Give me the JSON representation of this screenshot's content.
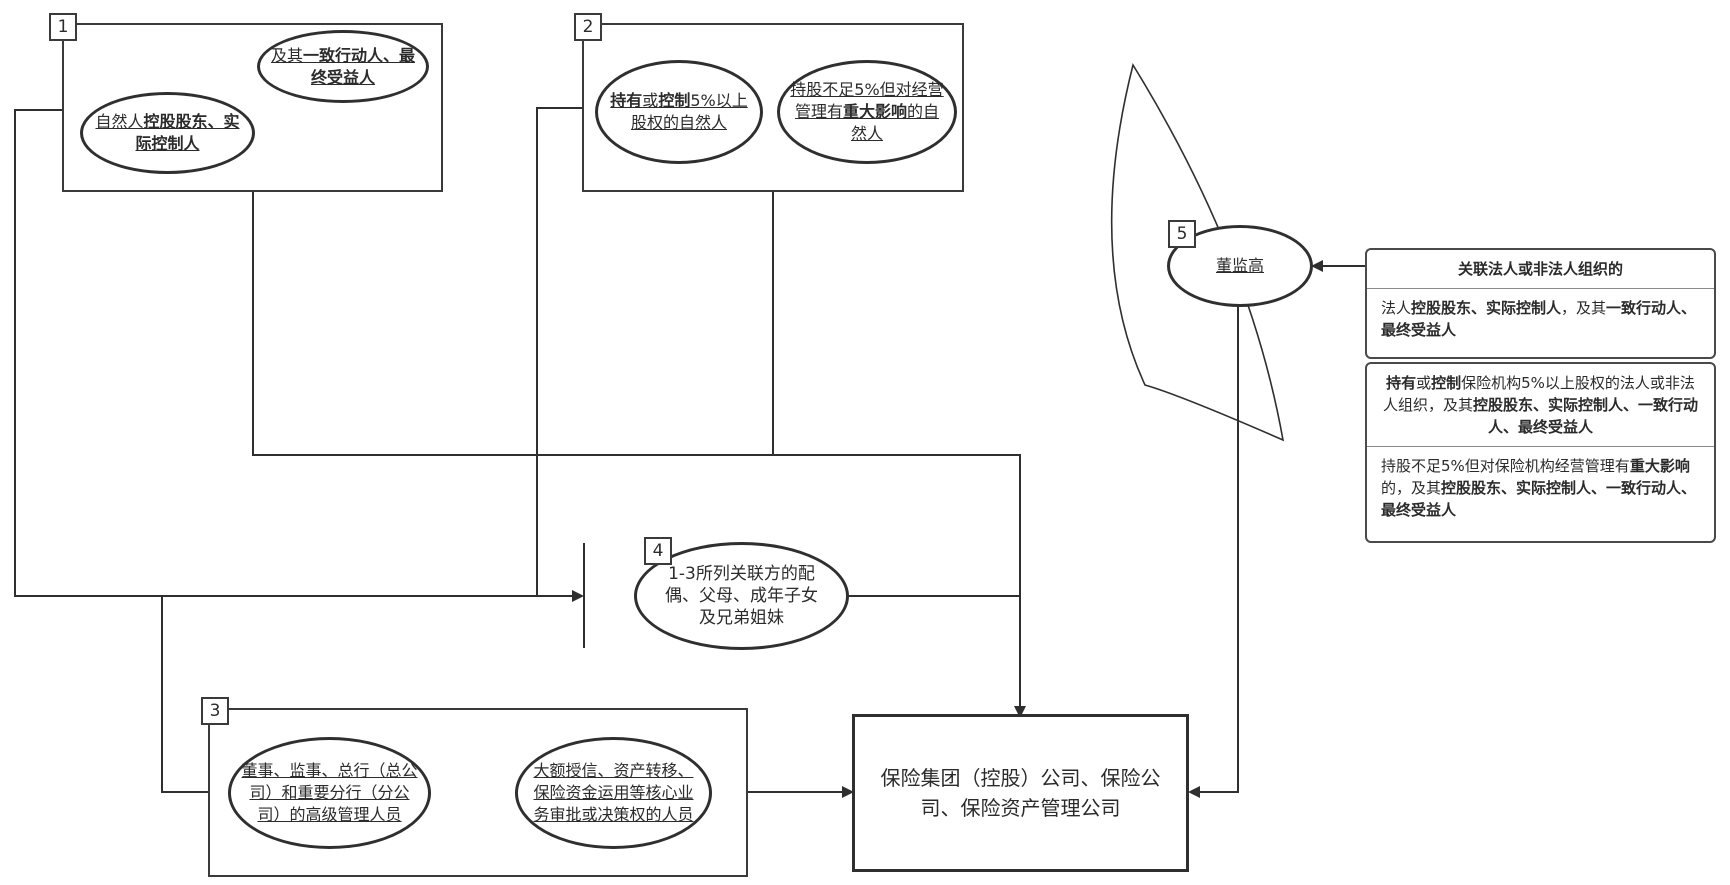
{
  "box1": {
    "number": "1",
    "oval_a": {
      "t1": "自然人",
      "t2": "控股股东、实际控制人"
    },
    "oval_b": {
      "t1": "及其",
      "t2": "一致行动人、最终受益人"
    }
  },
  "box2": {
    "number": "2",
    "oval_a": {
      "t1": "持有",
      "t2": "或",
      "t3": "控制",
      "t4": "5%以上股权的自然人"
    },
    "oval_b": {
      "t1": "持股不足5%但对经营管理有",
      "t2": "重大影响",
      "t3": "的自然人"
    }
  },
  "node4": {
    "number": "4",
    "label": "1-3所列关联方的配偶、父母、成年子女及兄弟姐妹"
  },
  "box3": {
    "number": "3",
    "oval_a": "董事、监事、总行（总公司）和重要分行（分公司）的高级管理人员",
    "oval_b": "大额授信、资产转移、保险资金运用等核心业务审批或决策权的人员"
  },
  "node5": {
    "number": "5",
    "label": "董监高"
  },
  "target": {
    "label": "保险集团（控股）公司、保险公司、保险资产管理公司"
  },
  "card1": {
    "header": "关联法人或非法人组织的",
    "t1": "法人",
    "t2": "控股股东、实际控制人",
    "t3": "，及其",
    "t4": "一致行动人、最终受益人"
  },
  "card2": {
    "s1": {
      "t1": "持有",
      "t2": "或",
      "t3": "控制",
      "t4": "保险机构5%以上股权的法人或非法人组织，及其",
      "t5": "控股股东、实际控制人、一致行动人、最终受益人"
    },
    "s2": {
      "t1": "持股不足5%但对保险机构经营管理有",
      "t2": "重大影响",
      "t3": "的，及其",
      "t4": "控股股东、实际控制人、一致行动人、最终受益人"
    }
  }
}
